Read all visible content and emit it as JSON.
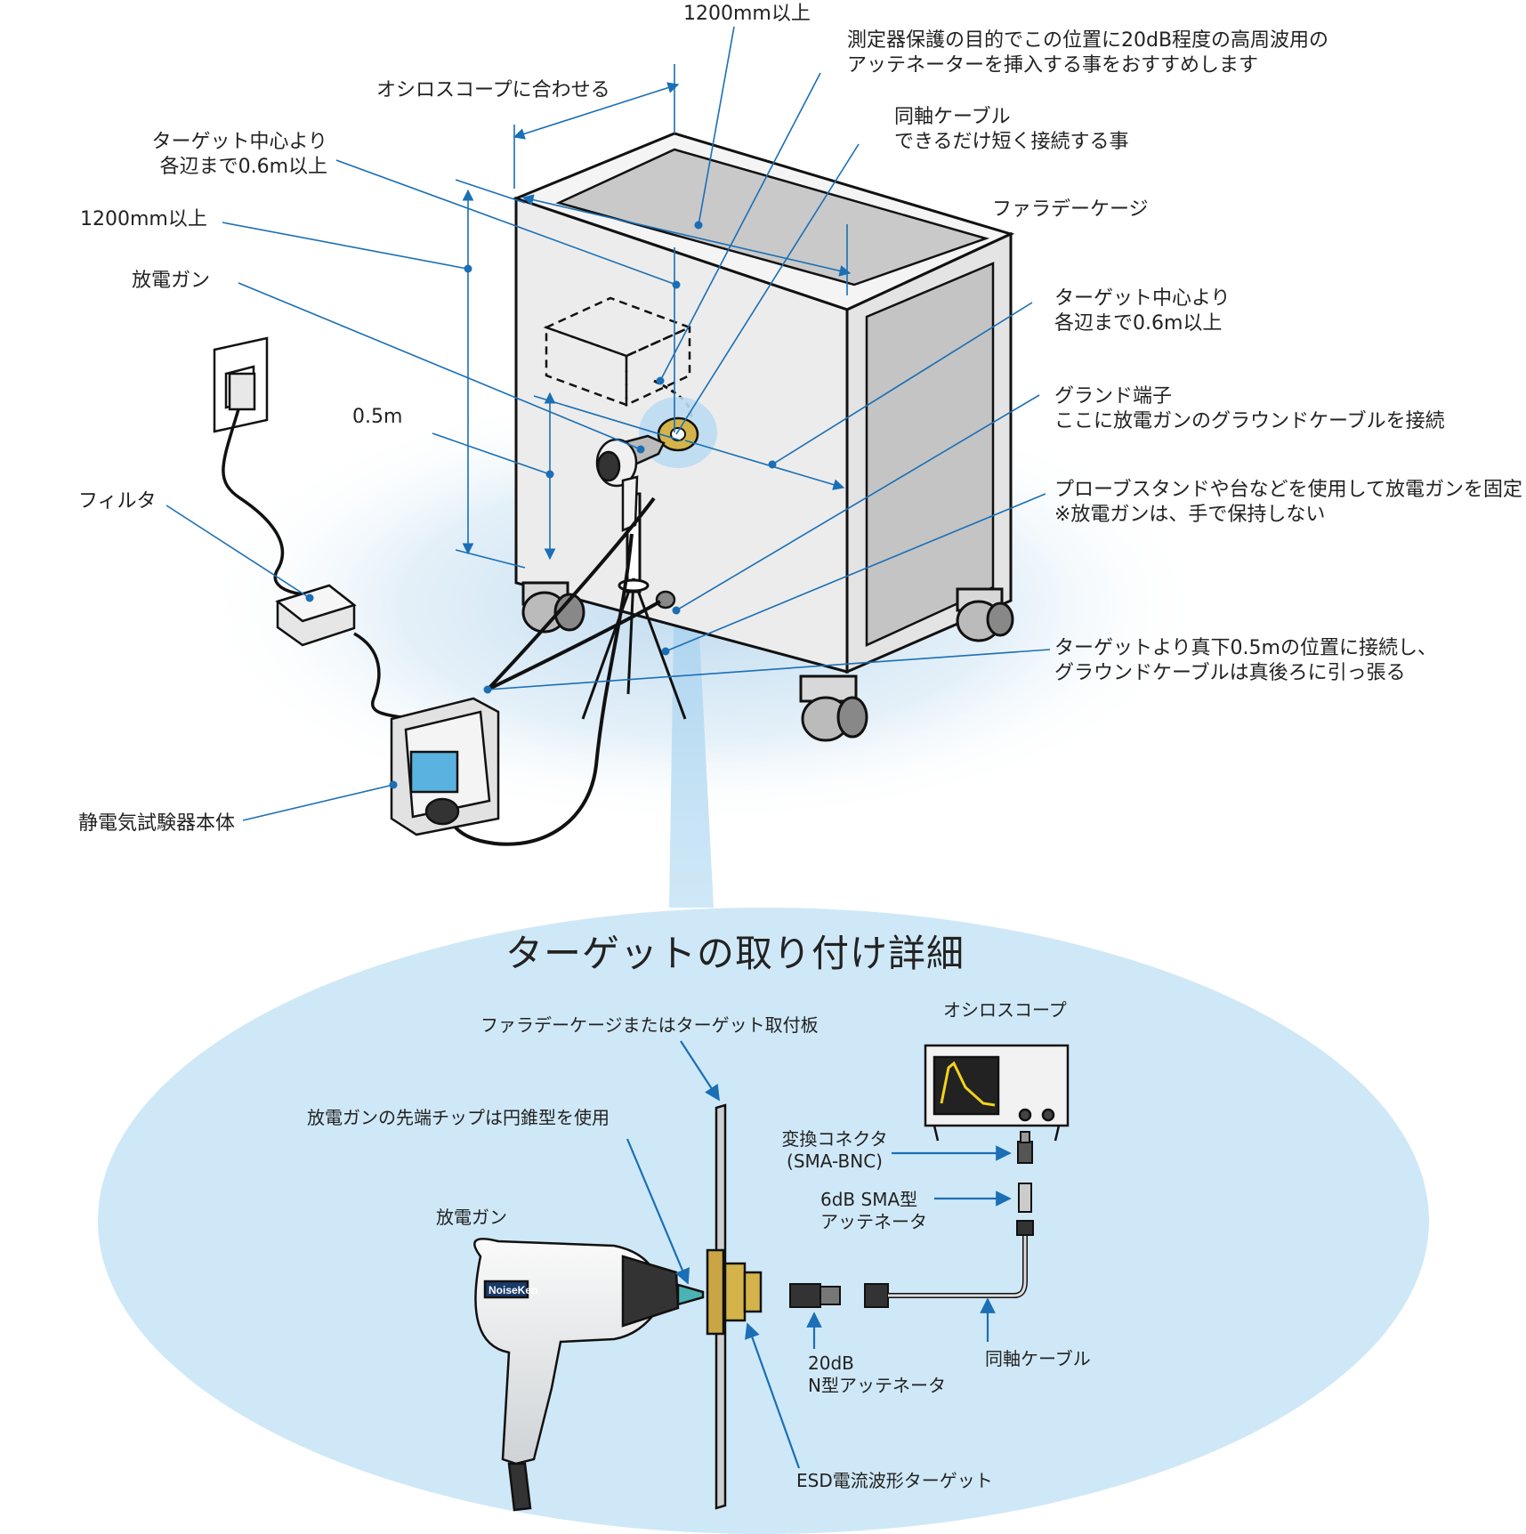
{
  "top": {
    "dim_width": "1200mm以上",
    "attenuator_note": [
      "測定器保護の目的でこの位置に20dB程度の高周波用の",
      "アッテネーターを挿入する事をおすすめします"
    ],
    "oscilloscope_align": "オシロスコープに合わせる",
    "coax_note": [
      "同軸ケーブル",
      "できるだけ短く接続する事"
    ],
    "target_center_left": [
      "ターゲット中心より",
      "各辺まで0.6m以上"
    ],
    "faraday_cage": "ファラデーケージ",
    "dim_height": "1200mm以上",
    "discharge_gun": "放電ガン",
    "target_center_right": [
      "ターゲット中心より",
      "各辺まで0.6m以上"
    ],
    "ground_terminal": [
      "グランド端子",
      "ここに放電ガンのグラウンドケーブルを接続"
    ],
    "dim_05": "0.5m",
    "probe_stand": [
      "プローブスタンドや台などを使用して放電ガンを固定",
      "※放電ガンは、手で保持しない"
    ],
    "filter": "フィルタ",
    "ground_below": [
      "ターゲットより真下0.5mの位置に接続し、",
      "グラウンドケーブルは真後ろに引っ張る"
    ],
    "tester_body": "静電気試験器本体"
  },
  "detail": {
    "title": "ターゲットの取り付け詳細",
    "cage_or_plate": "ファラデーケージまたはターゲット取付板",
    "oscilloscope": "オシロスコープ",
    "tip_note": "放電ガンの先端チップは円錐型を使用",
    "converter": [
      "変換コネクタ",
      "(SMA-BNC)"
    ],
    "sma_attenuator": [
      "6dB SMA型",
      "アッテネータ"
    ],
    "discharge_gun": "放電ガン",
    "n_attenuator": [
      "20dB",
      "N型アッテネータ"
    ],
    "coax": "同軸ケーブル",
    "esd_target": "ESD電流波形ターゲット",
    "gun_brand": "NoiseKen"
  },
  "colors": {
    "leader": "#1a6fb5",
    "bubble": "#cfe8f7",
    "cage_face": "#ececec",
    "cage_panel": "#c4c4c4"
  }
}
